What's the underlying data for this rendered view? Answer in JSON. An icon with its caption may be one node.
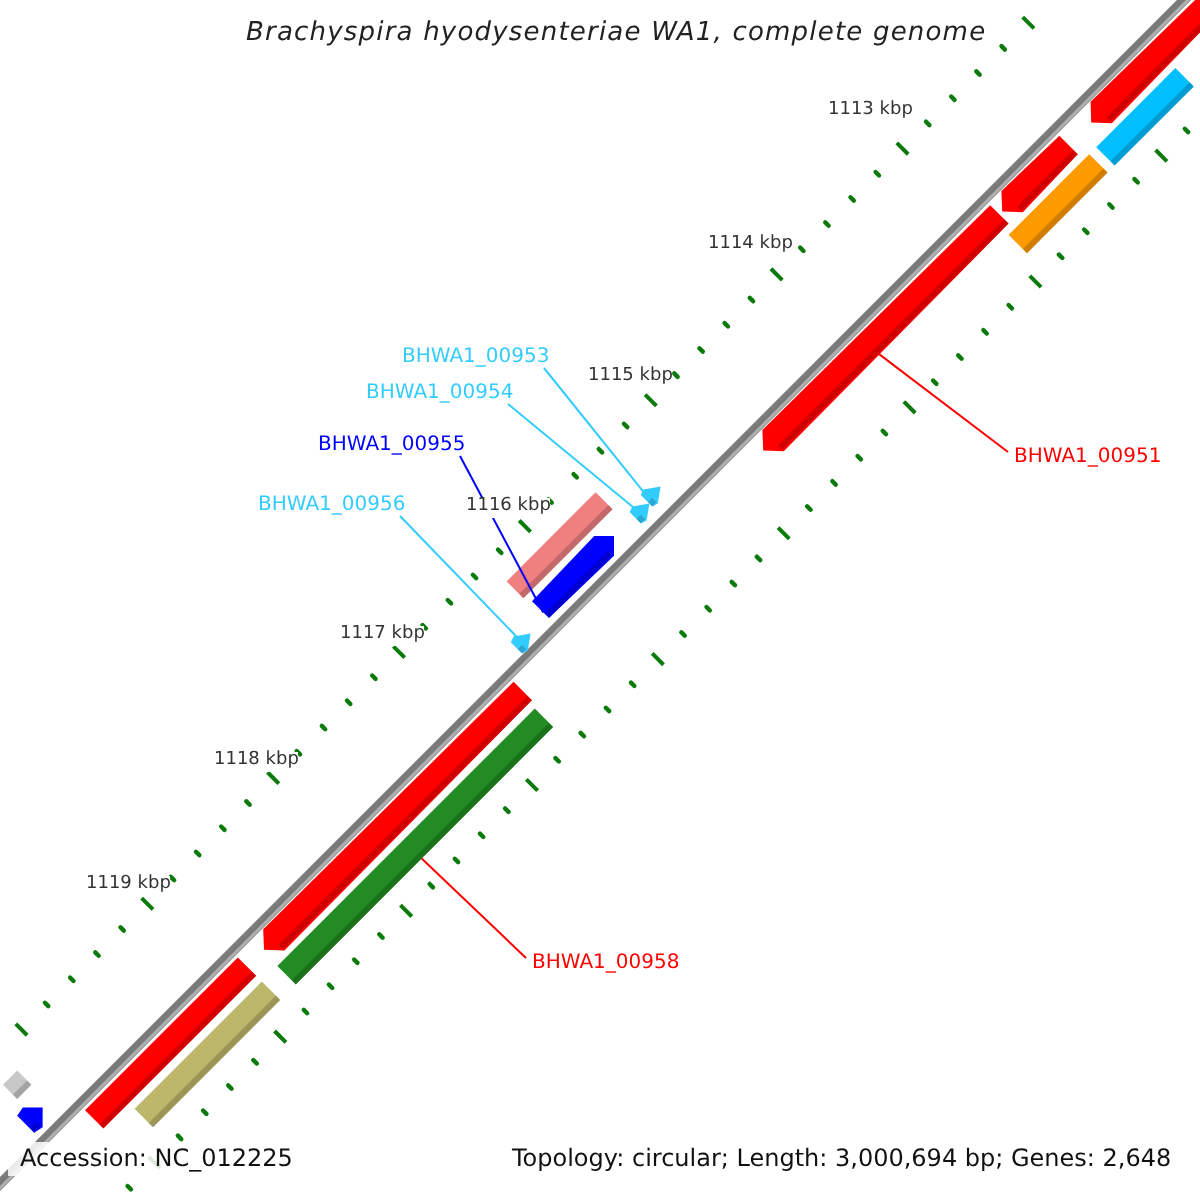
{
  "diagram": {
    "title": "Brachyspira hyodysenteriae WA1, complete genome",
    "nodes": [
      {
        "text": [
          "BHWA1_00953"
        ]
      },
      {
        "text": [
          "BHWA1_00954"
        ]
      },
      {
        "text": [
          "BHWA1_00955"
        ]
      },
      {
        "text": [
          "BHWA1_00956"
        ]
      },
      {
        "text": [
          "BHWA1_00951"
        ]
      },
      {
        "text": [
          "BHWA1_00958"
        ]
      },
      {
        "text": [],
        "shape": "bar"
      },
      {
        "text": [],
        "shape": "bar"
      },
      {
        "text": [],
        "shape": "bar"
      },
      {
        "text": [],
        "shape": "bar"
      },
      {
        "text": [],
        "shape": "bar"
      },
      {
        "text": [],
        "shape": "bar"
      },
      {
        "text": [],
        "shape": "bar"
      },
      {
        "text": [],
        "shape": "bar"
      },
      {
        "text": [],
        "shape": "bar"
      },
      {
        "text": [],
        "shape": "bar"
      },
      {
        "text": [],
        "shape": "bar"
      },
      {
        "text": [],
        "shape": "bar"
      },
      {
        "text": [],
        "shape": "bar"
      },
      {
        "text": [],
        "shape": "bar"
      },
      {
        "text": [],
        "shape": "bar"
      },
      {
        "text": [],
        "shape": "bar"
      }
    ],
    "edges": [
      {
        "from": 0,
        "to": 6,
        "arrow": "none"
      },
      {
        "from": 1,
        "to": 7,
        "arrow": "none"
      },
      {
        "from": 2,
        "to": 8,
        "arrow": "none",
        "color": "#0000ff"
      },
      {
        "from": 3,
        "to": 9,
        "arrow": "none"
      },
      {
        "from": 4,
        "to": 10,
        "arrow": "none",
        "color": "#ff0000"
      },
      {
        "from": 5,
        "to": 11,
        "arrow": "none",
        "color": "#ff0000"
      }
    ],
    "labels": [
      "1113 kbp",
      "1114 kbp",
      "1115 kbp",
      "1116 kbp",
      "1117 kbp",
      "1118 kbp",
      "1119 kbp",
      "Accession: NC_012225",
      "Topology: circular; Length: 3,000,694 bp; Genes: 2,648"
    ]
  }
}
